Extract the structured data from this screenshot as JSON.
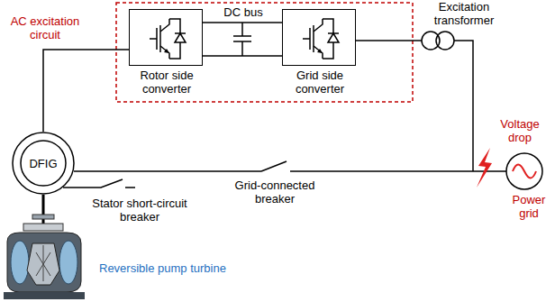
{
  "diagram": {
    "nodes": [
      {
        "text": [
          "Rotor side converter"
        ]
      },
      {
        "text": [
          "Grid side converter"
        ]
      },
      {
        "text": [
          "DFIG"
        ]
      }
    ],
    "edges": [
      {
        "from": 2,
        "to": 0,
        "arrow": "none"
      },
      {
        "from": 0,
        "to": 1,
        "arrow": "none"
      }
    ],
    "labels": [
      "AC excitation circuit",
      "DC bus",
      "Excitation transformer",
      "Voltage drop",
      "Power grid",
      "Stator short-circuit breaker",
      "Grid-connected breaker",
      "Reversible pump turbine"
    ]
  }
}
